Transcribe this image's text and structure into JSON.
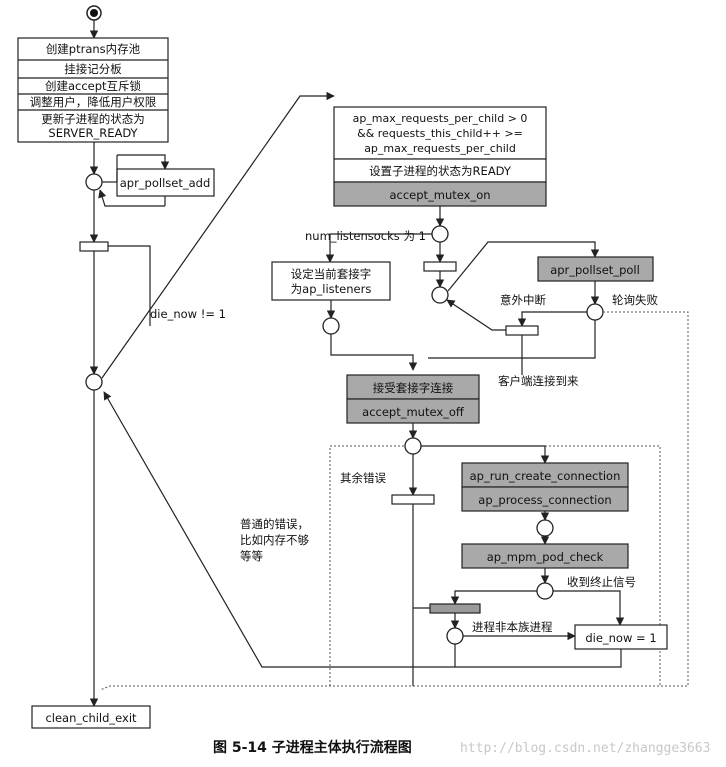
{
  "diagram": {
    "init_steps": [
      "创建ptrans内存池",
      "挂接记分板",
      "创建accept互斥锁",
      "调整用户，降低用户权限",
      "更新子进程的状态为",
      "SERVER_READY"
    ],
    "pollset_add": "apr_pollset_add",
    "loop_condition": [
      "ap_max_requests_per_child > 0",
      "&& requests_this_child++ >=",
      "ap_max_requests_per_child"
    ],
    "set_ready": "设置子进程的状态为READY",
    "mutex_on": "accept_mutex_on",
    "num_listensocks": "num_listensocks 为 1",
    "set_listener": [
      "设定当前套接字",
      "为ap_listeners"
    ],
    "pollset_poll": "apr_pollset_poll",
    "unexpected_interrupt": "意外中断",
    "poll_fail": "轮询失败",
    "die_now_ne": "die_now != 1",
    "client_connected": "客户端连接到来",
    "accept_connection": "接受套接字连接",
    "mutex_off": "accept_mutex_off",
    "other_errors": "其余错误",
    "run_create_connection": "ap_run_create_connection",
    "process_connection": "ap_process_connection",
    "common_error": [
      "普通的错误，",
      "比如内存不够",
      "等等"
    ],
    "pod_check": "ap_mpm_pod_check",
    "receive_stop": "收到终止信号",
    "not_this_process": "进程非本族进程",
    "die_now_eq": "die_now = 1",
    "clean_exit": "clean_child_exit",
    "caption": "图 5-14   子进程主体执行流程图",
    "watermark": "http://blog.csdn.net/zhangge3663"
  }
}
